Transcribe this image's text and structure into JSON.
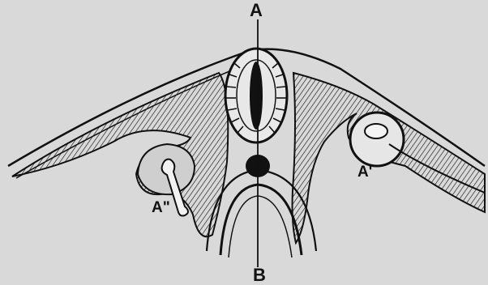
{
  "labels": {
    "top_axis": "A",
    "bottom_axis": "B",
    "right_section": "A'",
    "left_section": "A\""
  },
  "colors": {
    "background": "#d9d9d9",
    "ink": "#111111"
  }
}
